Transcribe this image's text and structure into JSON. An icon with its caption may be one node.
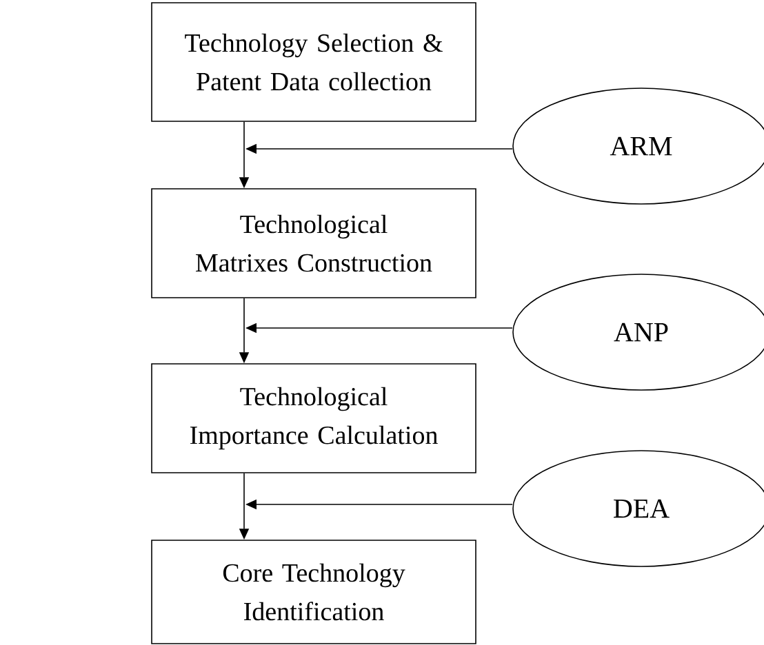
{
  "diagram": {
    "nodes": [
      {
        "text": [
          "Technology Selection & Patent Data collection"
        ]
      },
      {
        "text": [
          "Technological Matrixes Construction"
        ]
      },
      {
        "text": [
          "Technological Importance Calculation"
        ]
      },
      {
        "text": [
          "Core Technology Identification"
        ]
      },
      {
        "text": [
          "ARM"
        ]
      },
      {
        "text": [
          "ANP"
        ]
      },
      {
        "text": [
          "DEA"
        ]
      }
    ],
    "edges": [
      {
        "from": 0,
        "to": 1,
        "arrow": "to"
      },
      {
        "from": 1,
        "to": 2,
        "arrow": "to"
      },
      {
        "from": 2,
        "to": 3,
        "arrow": "to"
      },
      {
        "from": 4,
        "to": null,
        "arrow": "to"
      },
      {
        "from": 5,
        "to": null,
        "arrow": "to"
      },
      {
        "from": 6,
        "to": null,
        "arrow": "to"
      }
    ]
  }
}
